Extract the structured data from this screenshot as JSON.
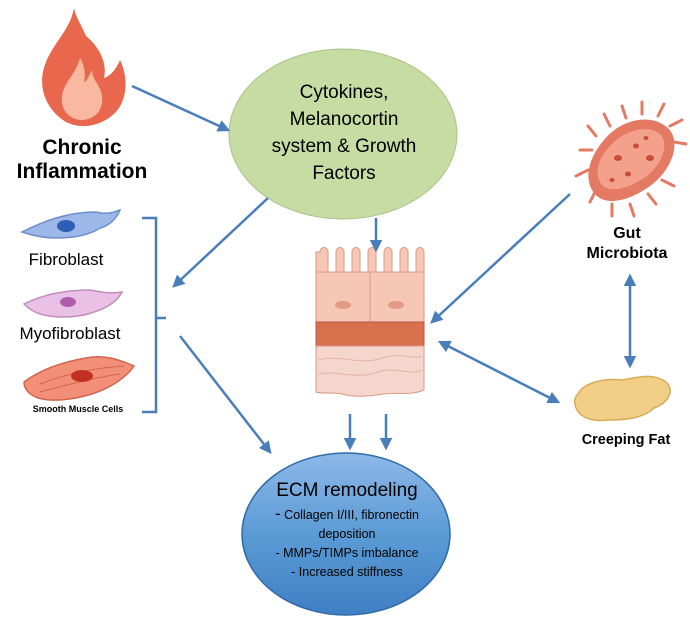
{
  "nodes": {
    "chronic_inflammation": {
      "line1": "Chronic",
      "line2": "Inflammation"
    },
    "cytokines": {
      "lines": [
        "Cytokines,",
        "Melanocortin",
        "system & Growth",
        "Factors"
      ]
    },
    "gut_microbiota": {
      "line1": "Gut",
      "line2": "Microbiota"
    },
    "creeping_fat": {
      "label": "Creeping Fat"
    },
    "fibroblast": {
      "label": "Fibroblast"
    },
    "myofibroblast": {
      "label": "Myofibroblast"
    },
    "smooth_muscle": {
      "label": "Smooth Muscle Cells"
    },
    "ecm": {
      "title": "ECM remodeling",
      "items": [
        {
          "dash": "-",
          "line1": "Collagen I/III, fibronectin",
          "line2": "deposition"
        },
        {
          "text": "- MMPs/TIMPs imbalance"
        },
        {
          "text": "- Increased stiffness"
        }
      ]
    }
  },
  "colors": {
    "cytokine_fill": "#c6dca3",
    "ecm_fill": "#5b9bd5",
    "arrow": "#4a7ebb",
    "flame_outer": "#e8674d",
    "flame_inner": "#f8b9a0",
    "bacteria": "#e47a64",
    "fat": "#f2cf86"
  }
}
